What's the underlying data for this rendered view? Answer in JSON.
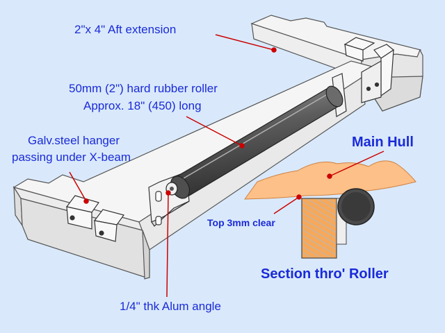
{
  "labels": {
    "aft_extension": "2\"x 4\" Aft extension",
    "roller_line1": "50mm (2\") hard rubber roller",
    "roller_line2": "Approx. 18\" (450) long",
    "hanger_line1": "Galv.steel hanger",
    "hanger_line2": "passing under X-beam",
    "main_hull": "Main Hull",
    "clearance": "Top 3mm clear",
    "section": "Section thro' Roller",
    "alum_angle": "1/4\" thk Alum angle"
  },
  "colors": {
    "background": "#d9e9fb",
    "label_text": "#1a2ad8",
    "leader_lines": "#cc0000",
    "beam_fill": "#f4f4f4",
    "roller_fill": "#5f5f5f",
    "hull_fill": "#fcc088",
    "section_block": "#f6a85a"
  }
}
